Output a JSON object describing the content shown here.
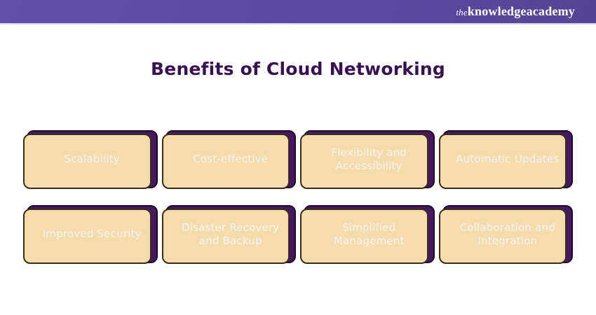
{
  "header": {
    "logo": {
      "prefix": "the",
      "mid": "knowledge",
      "suffix": "academy"
    }
  },
  "title": "Benefits of Cloud Networking",
  "cards": [
    {
      "label": "Scalability"
    },
    {
      "label": "Cost-effective"
    },
    {
      "label": "Flexibility and Accessibility"
    },
    {
      "label": "Automatic Updates"
    },
    {
      "label": "Improved Security"
    },
    {
      "label": "Disaster Recovery and Backup"
    },
    {
      "label": "Simplified Management"
    },
    {
      "label": "Collaboration and Integration"
    }
  ],
  "colors": {
    "header_bg": "#5b4aa3",
    "header_divider": "#d7d1ec",
    "title_text": "#3a1150",
    "card_bg": "#46185e",
    "card_border": "#1d0b29",
    "card_text": "#f4f0f8",
    "shadow_bg": "#f5ddab",
    "shadow_border": "#3a2c1c",
    "background": "#ffffff"
  }
}
